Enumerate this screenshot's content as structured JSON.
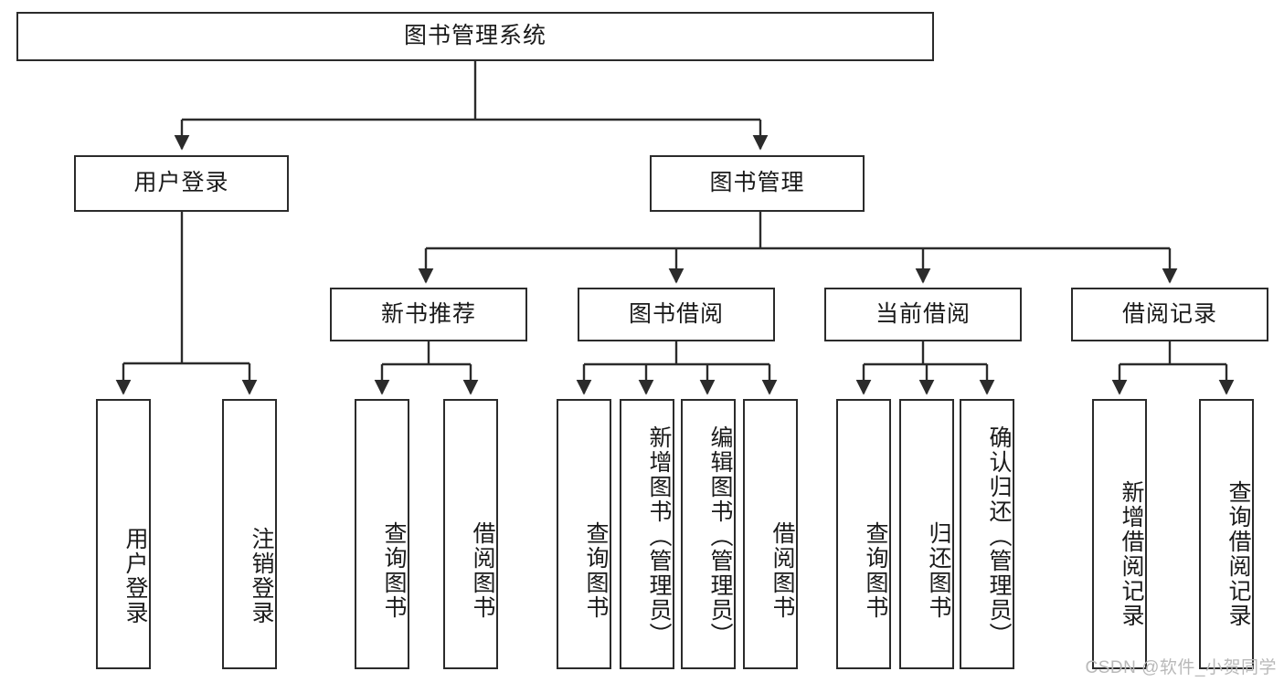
{
  "diagram": {
    "type": "tree-hierarchy-chart",
    "title": "图书管理系统",
    "watermark": "CSDN @软件_小贺同学",
    "colors": {
      "box_border": "#2b2b2b",
      "box_fill": "#ffffff",
      "connector": "#2b2b2b",
      "text": "#1a1a1a",
      "watermark": "#b9b9b9"
    },
    "root": {
      "label": "图书管理系统"
    },
    "level2": [
      {
        "label": "用户登录"
      },
      {
        "label": "图书管理"
      }
    ],
    "level3": [
      {
        "label": "新书推荐"
      },
      {
        "label": "图书借阅"
      },
      {
        "label": "当前借阅"
      },
      {
        "label": "借阅记录"
      }
    ],
    "leaves": {
      "user_login": [
        {
          "label": "用户登录"
        },
        {
          "label": "注销登录"
        }
      ],
      "new_book_recommend": [
        {
          "label": "查询图书"
        },
        {
          "label": "借阅图书"
        }
      ],
      "book_borrow": [
        {
          "label": "查询图书"
        },
        {
          "label": "新增图书（管理员）"
        },
        {
          "label": "编辑图书（管理员）"
        },
        {
          "label": "借阅图书"
        }
      ],
      "current_borrow": [
        {
          "label": "查询图书"
        },
        {
          "label": "归还图书"
        },
        {
          "label": "确认归还（管理员）"
        }
      ],
      "borrow_record": [
        {
          "label": "新增借阅记录"
        },
        {
          "label": "查询借阅记录"
        }
      ]
    }
  }
}
